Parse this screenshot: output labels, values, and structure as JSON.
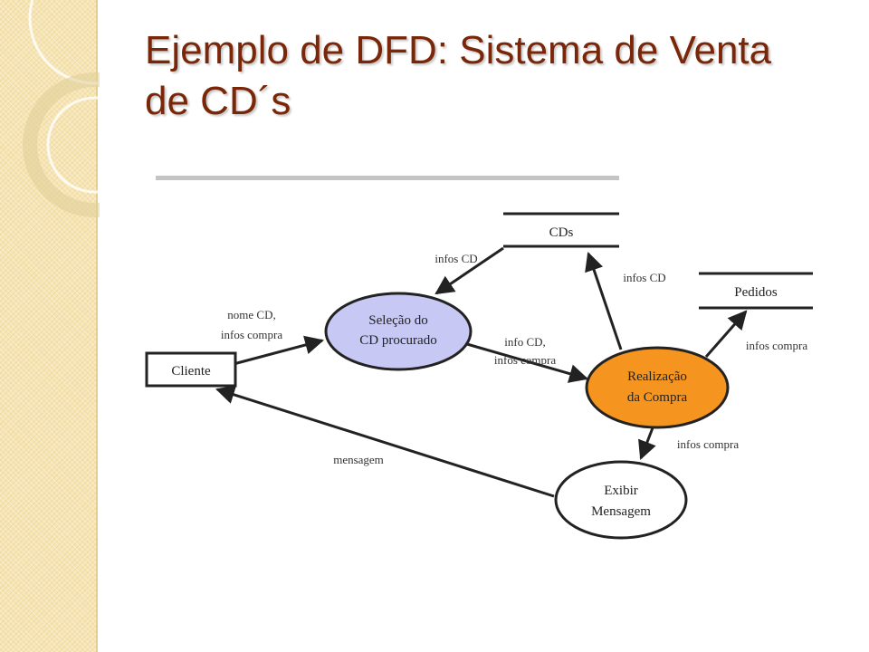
{
  "slide": {
    "title_line1": "Ejemplo de DFD: Sistema de Venta",
    "title_line2": "de CD´s"
  },
  "colors": {
    "title": "#7a2608",
    "side_panel": "#f6e4b2",
    "process_selection_fill": "#c8c8f4",
    "process_purchase_fill": "#f5941e",
    "process_message_fill": "#ffffff",
    "stroke": "#222222"
  },
  "diagram": {
    "entities": {
      "cliente": "Cliente"
    },
    "processes": {
      "selection": [
        "Seleção do",
        "CD procurado"
      ],
      "purchase": [
        "Realização",
        "da Compra"
      ],
      "message": [
        "Exibir",
        "Mensagem"
      ]
    },
    "stores": {
      "cds": "CDs",
      "pedidos": "Pedidos"
    },
    "flows": {
      "cliente_to_selection": [
        "nome CD,",
        "infos compra"
      ],
      "cds_to_selection": "infos CD",
      "selection_to_purchase": [
        "info CD,",
        "infos compra"
      ],
      "cds_to_purchase": "infos CD",
      "purchase_to_pedidos": "infos compra",
      "purchase_to_message": "infos compra",
      "message_to_cliente": "mensagem"
    }
  }
}
